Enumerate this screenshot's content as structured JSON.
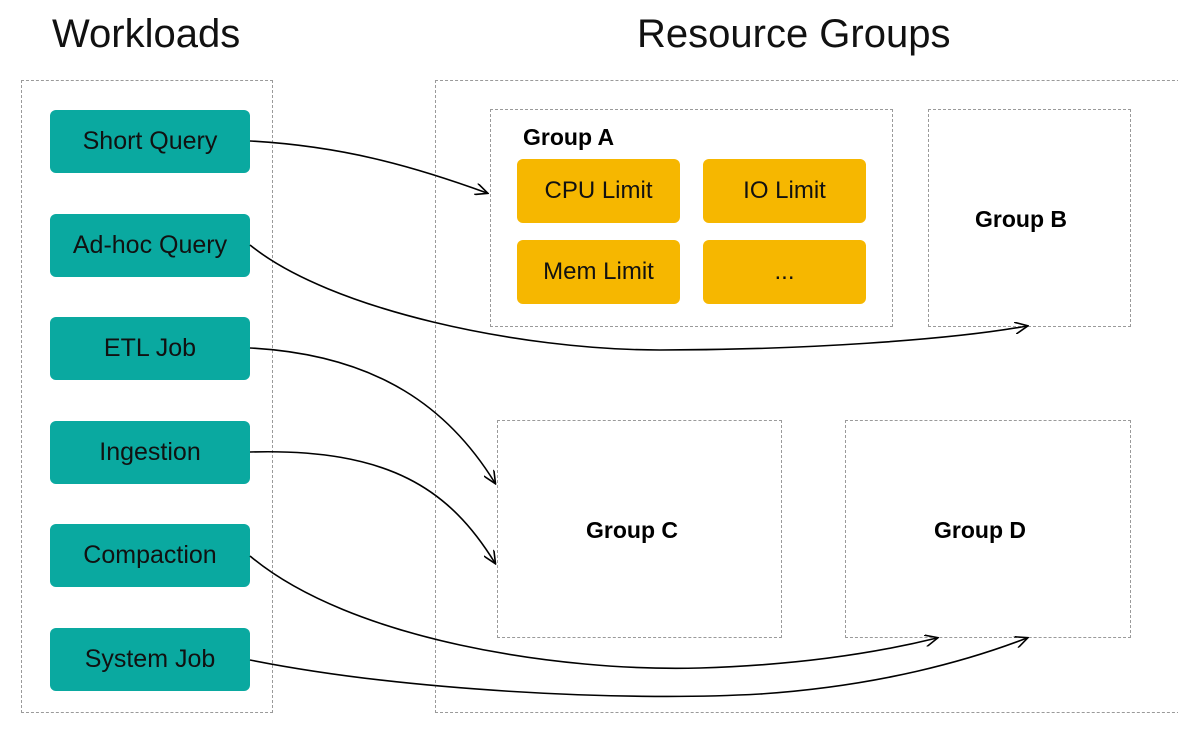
{
  "headings": {
    "workloads": "Workloads",
    "resource_groups": "Resource Groups"
  },
  "workloads": [
    {
      "label": "Short Query",
      "target": "group-a"
    },
    {
      "label": "Ad-hoc Query",
      "target": "group-b"
    },
    {
      "label": "ETL Job",
      "target": "group-c"
    },
    {
      "label": "Ingestion",
      "target": "group-c"
    },
    {
      "label": "Compaction",
      "target": "group-d"
    },
    {
      "label": "System Job",
      "target": "group-d"
    }
  ],
  "groups": {
    "a": {
      "label": "Group A",
      "limits": [
        "CPU Limit",
        "IO Limit",
        "Mem Limit",
        "..."
      ]
    },
    "b": {
      "label": "Group B"
    },
    "c": {
      "label": "Group C"
    },
    "d": {
      "label": "Group D"
    }
  },
  "colors": {
    "workload_fill": "#0aa9a0",
    "limit_fill": "#f6b700",
    "dashed_border": "#9a9a9a",
    "arrow": "#000000"
  }
}
